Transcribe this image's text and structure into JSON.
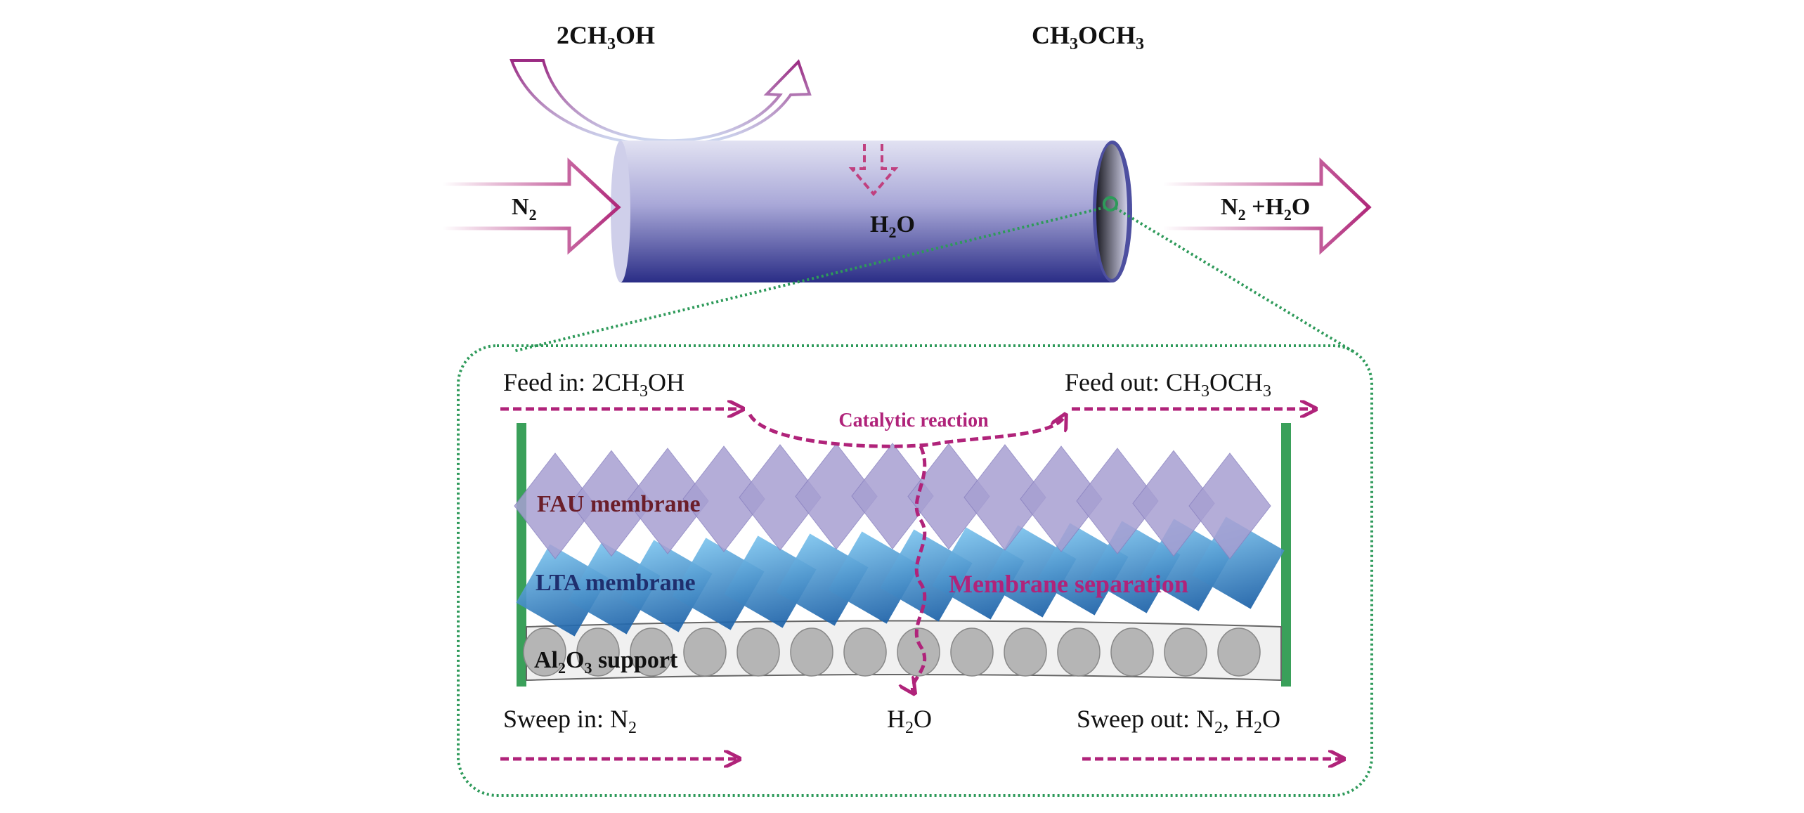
{
  "top": {
    "reactant": {
      "base": "2CH",
      "sub": "3",
      "tail": "OH"
    },
    "product": {
      "a": "CH",
      "s1": "3",
      "b": "OCH",
      "s2": "3"
    },
    "inlet": {
      "base": "N",
      "sub": "2"
    },
    "outlet": {
      "a": "N",
      "s1": "2",
      "b": " +H",
      "s2": "2",
      "c": "O"
    },
    "permeate": {
      "a": "H",
      "s1": "2",
      "b": "O"
    }
  },
  "detail": {
    "feed_in": {
      "prefix": "Feed in: 2CH",
      "sub": "3",
      "tail": "OH"
    },
    "feed_out": {
      "prefix": "Feed out: CH",
      "s1": "3",
      "mid": "OCH",
      "s2": "3"
    },
    "catalytic": "Catalytic reaction",
    "fau": "FAU membrane",
    "lta": "LTA membrane",
    "separation": "Membrane separation",
    "support": {
      "a": "Al",
      "s1": "2",
      "b": "O",
      "s2": "3",
      "c": " support"
    },
    "sweep_in": {
      "prefix": "Sweep in: N",
      "sub": "2"
    },
    "water": {
      "a": "H",
      "s1": "2",
      "b": "O"
    },
    "sweep_out": {
      "a": "Sweep out: N",
      "s1": "2",
      "b": ", H",
      "s2": "2",
      "c": "O"
    }
  },
  "colors": {
    "arrow": "#b0287a",
    "dashed": "#b0237a",
    "zoom_outline": "#2e9a5a",
    "frame": "#3a9a5a",
    "tube_top": "#dcdcf0",
    "tube_bottom": "#2c2f88",
    "fau": "#a79fd2",
    "lta": "#2f86c6",
    "support": "#b5b5b5",
    "fau_text": "#6b1e2a",
    "lta_text": "#1f2f6e",
    "sep_text": "#b0237a"
  }
}
